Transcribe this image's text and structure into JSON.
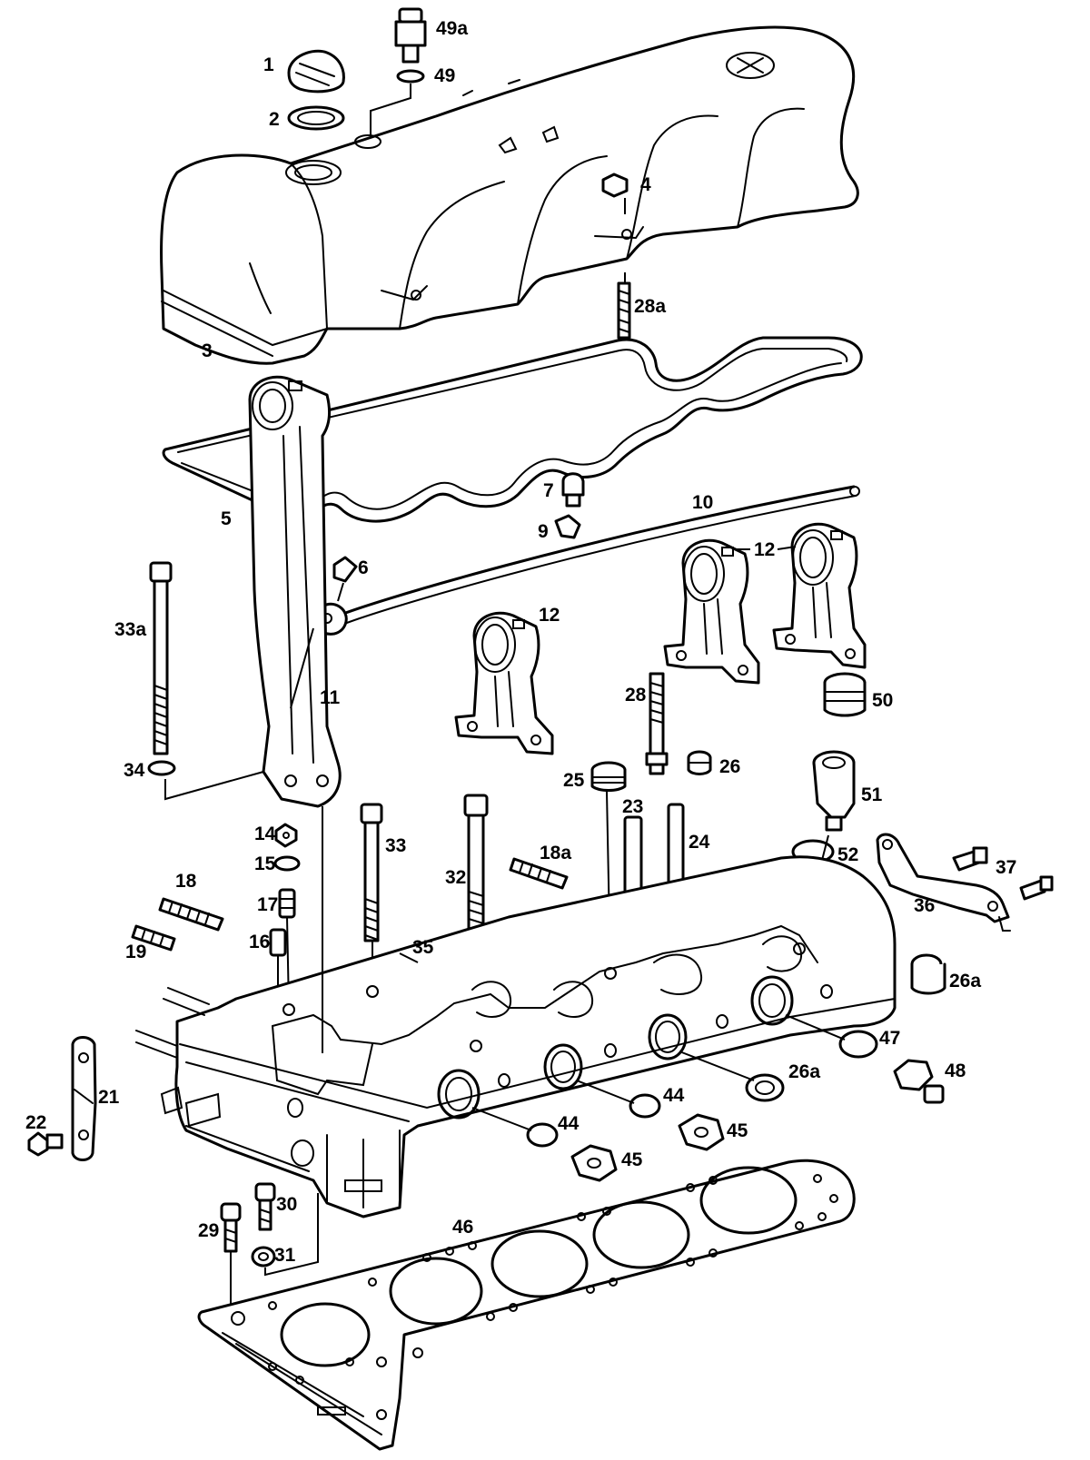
{
  "labels": [
    {
      "key": "49a",
      "text": "49a"
    },
    {
      "key": "1",
      "text": "1"
    },
    {
      "key": "49",
      "text": "49"
    },
    {
      "key": "2",
      "text": "2"
    },
    {
      "key": "4",
      "text": "4"
    },
    {
      "key": "28a",
      "text": "28a"
    },
    {
      "key": "3",
      "text": "3"
    },
    {
      "key": "5",
      "text": "5"
    },
    {
      "key": "7",
      "text": "7"
    },
    {
      "key": "10",
      "text": "10"
    },
    {
      "key": "9",
      "text": "9"
    },
    {
      "key": "6",
      "text": "6"
    },
    {
      "key": "12a",
      "text": "12"
    },
    {
      "key": "12b",
      "text": "12"
    },
    {
      "key": "33a",
      "text": "33a"
    },
    {
      "key": "11",
      "text": "11"
    },
    {
      "key": "28",
      "text": "28"
    },
    {
      "key": "50",
      "text": "50"
    },
    {
      "key": "34",
      "text": "34"
    },
    {
      "key": "25",
      "text": "25"
    },
    {
      "key": "26",
      "text": "26"
    },
    {
      "key": "23",
      "text": "23"
    },
    {
      "key": "51",
      "text": "51"
    },
    {
      "key": "14",
      "text": "14"
    },
    {
      "key": "33",
      "text": "33"
    },
    {
      "key": "24",
      "text": "24"
    },
    {
      "key": "15",
      "text": "15"
    },
    {
      "key": "52",
      "text": "52"
    },
    {
      "key": "18a",
      "text": "18a"
    },
    {
      "key": "37",
      "text": "37"
    },
    {
      "key": "18",
      "text": "18"
    },
    {
      "key": "32",
      "text": "32"
    },
    {
      "key": "17",
      "text": "17"
    },
    {
      "key": "36",
      "text": "36"
    },
    {
      "key": "19",
      "text": "19"
    },
    {
      "key": "16",
      "text": "16"
    },
    {
      "key": "35",
      "text": "35"
    },
    {
      "key": "26a1",
      "text": "26a"
    },
    {
      "key": "47",
      "text": "47"
    },
    {
      "key": "26a2",
      "text": "26a"
    },
    {
      "key": "48",
      "text": "48"
    },
    {
      "key": "21",
      "text": "21"
    },
    {
      "key": "22",
      "text": "22"
    },
    {
      "key": "44a",
      "text": "44"
    },
    {
      "key": "45a",
      "text": "45"
    },
    {
      "key": "44b",
      "text": "44"
    },
    {
      "key": "45b",
      "text": "45"
    },
    {
      "key": "30",
      "text": "30"
    },
    {
      "key": "46",
      "text": "46"
    },
    {
      "key": "29",
      "text": "29"
    },
    {
      "key": "31",
      "text": "31"
    }
  ]
}
